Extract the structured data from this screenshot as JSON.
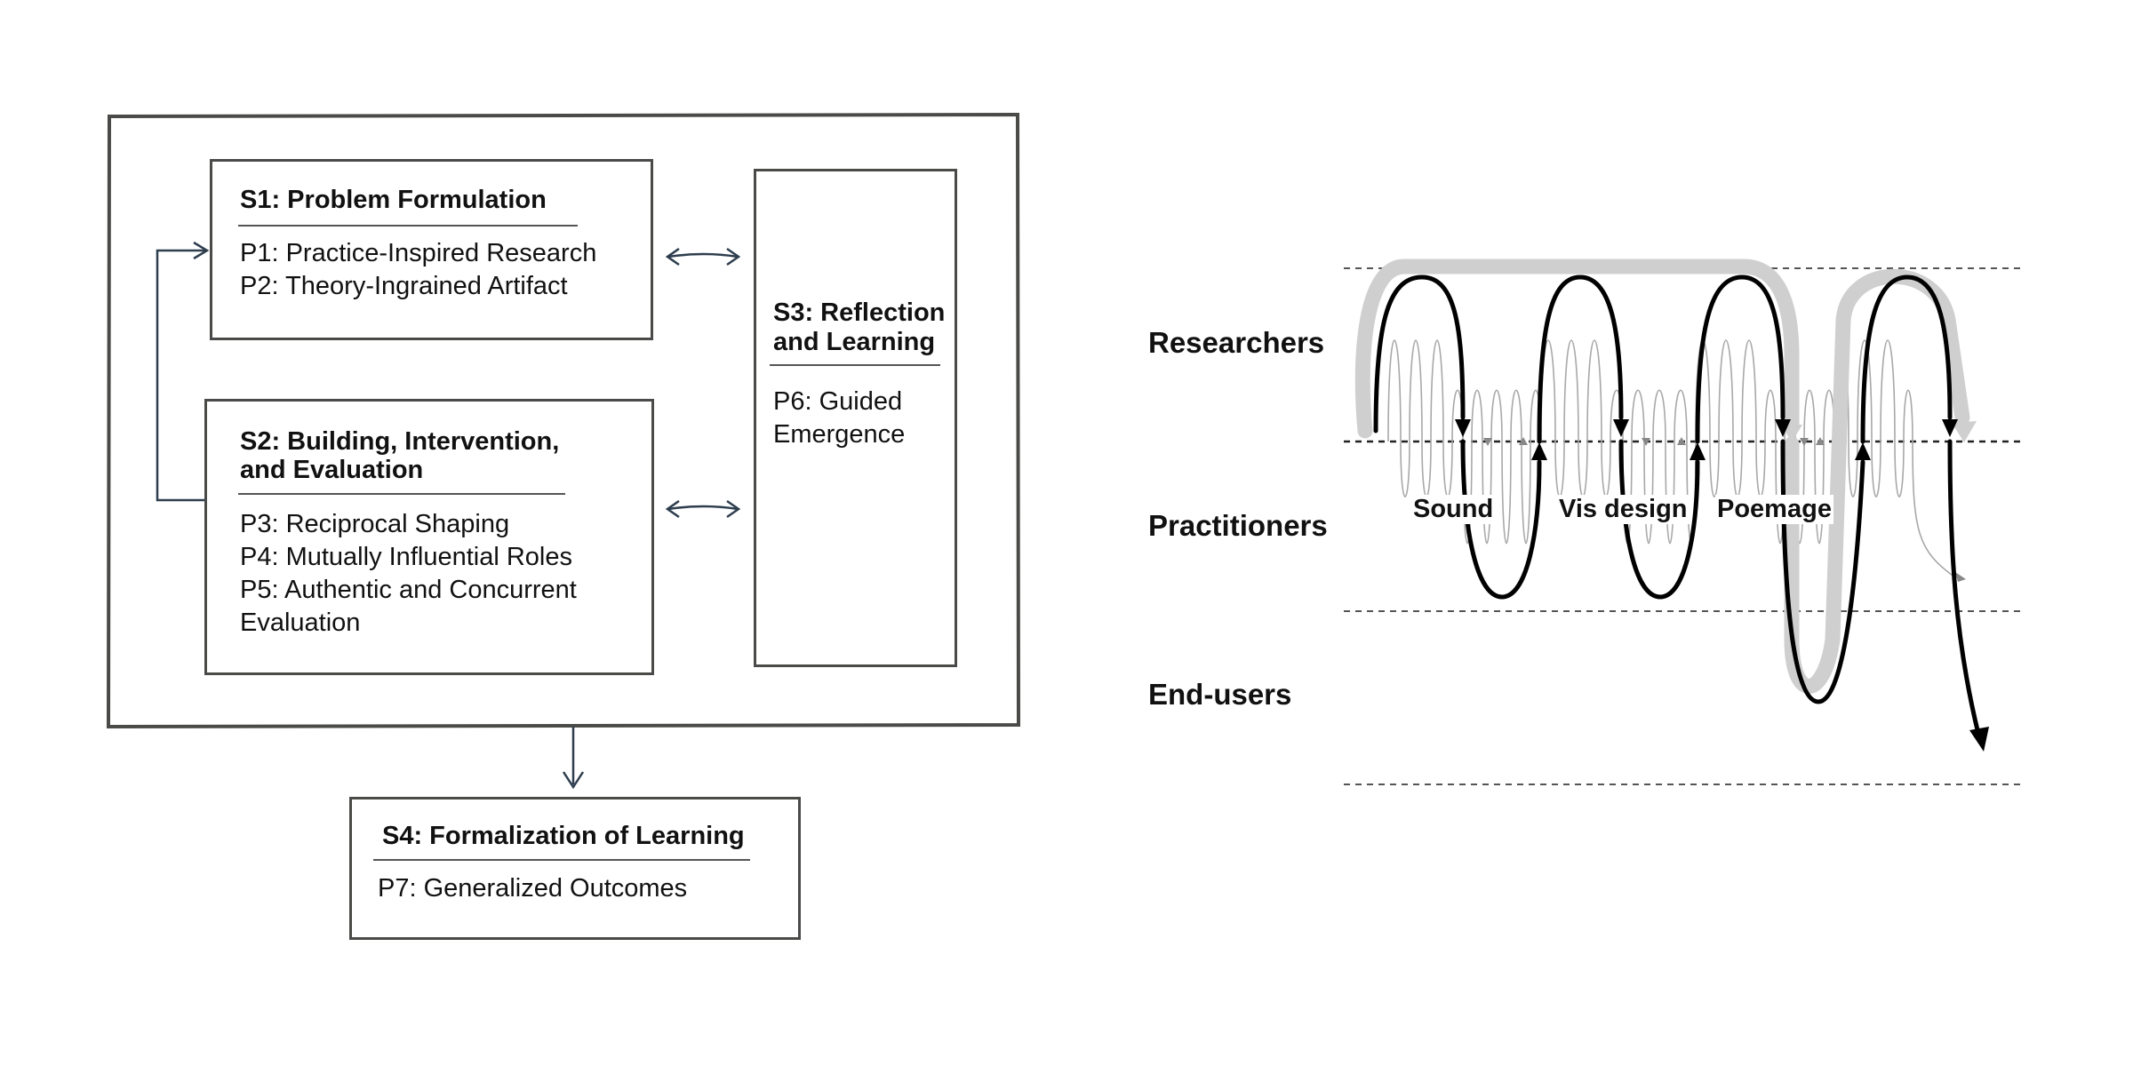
{
  "framework": {
    "s1": {
      "title": "S1: Problem Formulation",
      "items": [
        "P1: Practice-Inspired Research",
        "P2: Theory-Ingrained Artifact"
      ]
    },
    "s2": {
      "title_line1": "S2: Building, Intervention,",
      "title_line2": "and Evaluation",
      "items": [
        "P3: Reciprocal Shaping",
        "P4: Mutually Influential Roles",
        "P5: Authentic and Concurrent",
        "Evaluation"
      ]
    },
    "s3": {
      "title_line1": "S3: Reflection",
      "title_line2": "and Learning",
      "items": [
        "P6: Guided",
        "Emergence"
      ]
    },
    "s4": {
      "title": "S4: Formalization of Learning",
      "items": [
        "P7: Generalized Outcomes"
      ]
    }
  },
  "process": {
    "lanes": [
      "Researchers",
      "Practitioners",
      "End-users"
    ],
    "projects": [
      "Sound",
      "Vis design",
      "Poemage"
    ],
    "colors": {
      "main_path": "#000000",
      "overall_path": "#cccccc",
      "fine_path": "#9a9a9a",
      "lane_divider": "#555555"
    }
  }
}
